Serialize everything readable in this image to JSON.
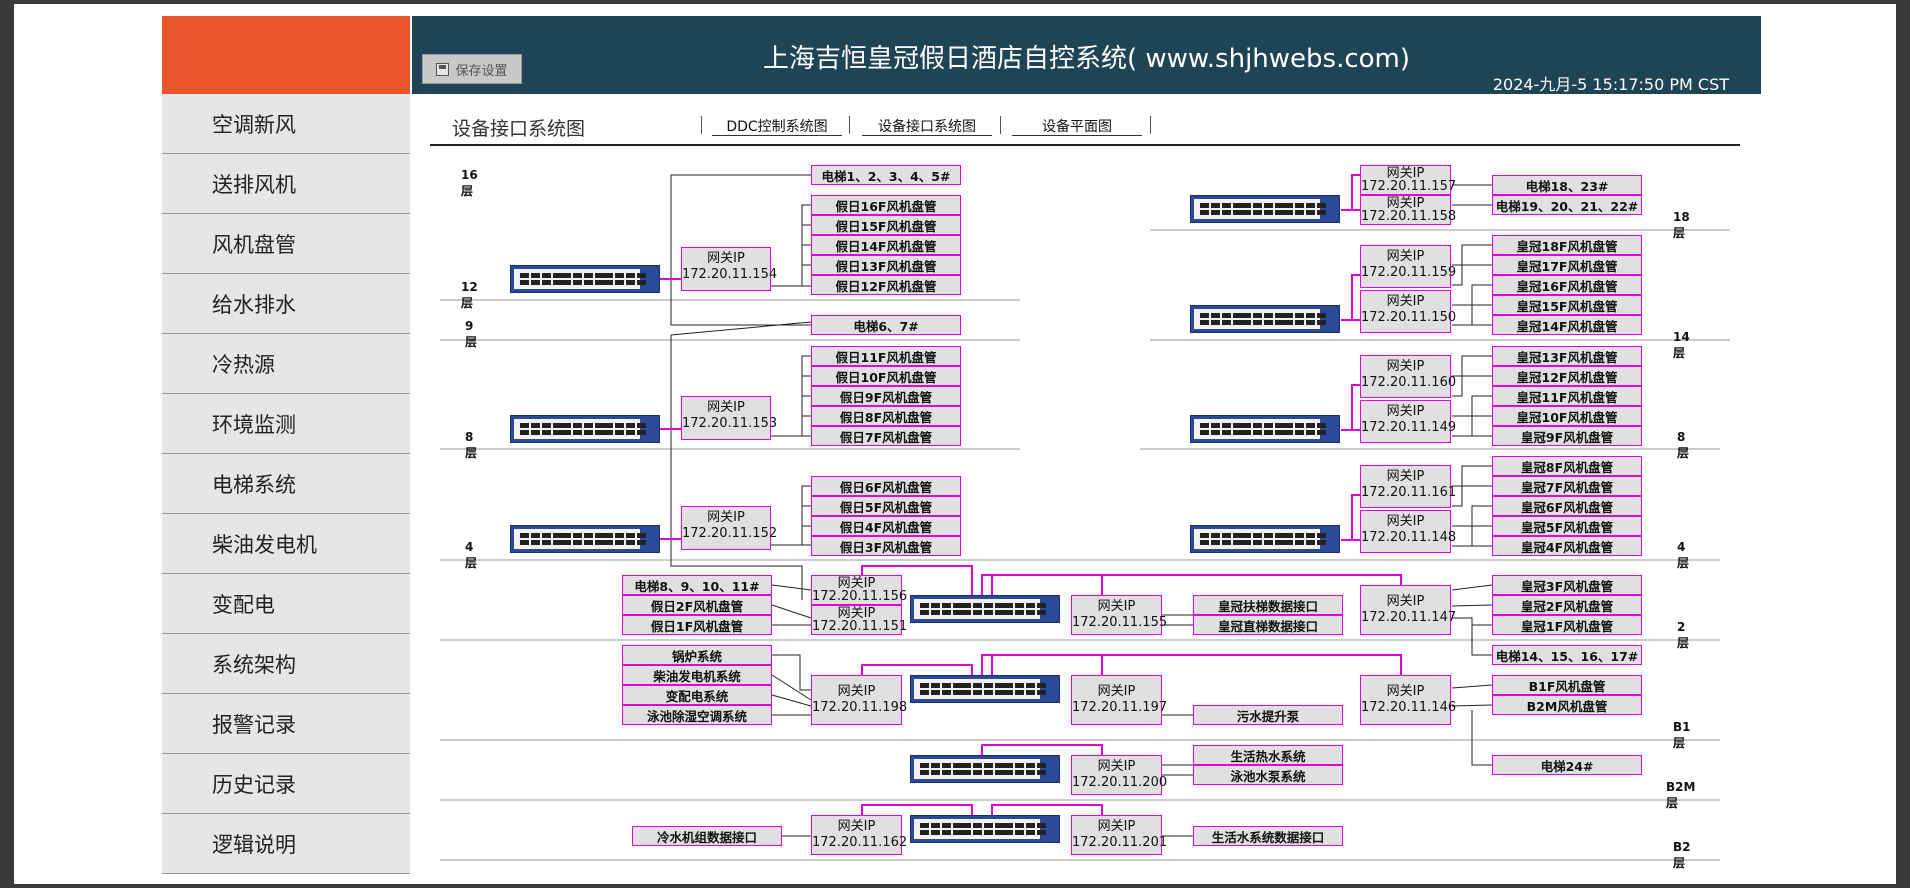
{
  "header": {
    "title": "上海吉恒皇冠假日酒店自控系统( www.shjhwebs.com)",
    "datetime": "2024-九月-5 15:17:50 PM CST",
    "save_label": "保存设置"
  },
  "sidebar": {
    "items": [
      "空调新风",
      "送排风机",
      "风机盘管",
      "给水排水",
      "冷热源",
      "环境监测",
      "电梯系统",
      "柴油发电机",
      "变配电",
      "系统架构",
      "报警记录",
      "历史记录",
      "逻辑说明"
    ]
  },
  "page": {
    "title": "设备接口系统图",
    "tabs": [
      "DDC控制系统图",
      "设备接口系统图",
      "设备平面图"
    ]
  },
  "diagram": {
    "floors": {
      "f16": "16层",
      "f12": "12层",
      "f9": "9层",
      "f8": "8层",
      "f4": "4层",
      "r18": "18层",
      "r14": "14层",
      "r8": "8层",
      "r4": "4层",
      "r2": "2层",
      "b1": "B1层",
      "b2m": "B2M层",
      "b2": "B2层"
    },
    "gateways": {
      "label": "网关IP",
      "g154": "172.20.11.154",
      "g153": "172.20.11.153",
      "g152": "172.20.11.152",
      "g156": "172.20.11.156",
      "g151": "172.20.11.151",
      "g198": "172.20.11.198",
      "g162": "172.20.11.162",
      "g155": "172.20.11.155",
      "g197": "172.20.11.197",
      "g200": "172.20.11.200",
      "g201": "172.20.11.201",
      "g157": "172.20.11.157",
      "g158": "172.20.11.158",
      "g159": "172.20.11.159",
      "g150": "172.20.11.150",
      "g160": "172.20.11.160",
      "g149": "172.20.11.149",
      "g161": "172.20.11.161",
      "g148": "172.20.11.148",
      "g147": "172.20.11.147",
      "g146": "172.20.11.146"
    },
    "boxes": {
      "elev1_5": "电梯1、2、3、4、5#",
      "j16": "假日16F风机盘管",
      "j15": "假日15F风机盘管",
      "j14": "假日14F风机盘管",
      "j13": "假日13F风机盘管",
      "j12": "假日12F风机盘管",
      "elev6_7": "电梯6、7#",
      "j11": "假日11F风机盘管",
      "j10": "假日10F风机盘管",
      "j9": "假日9F风机盘管",
      "j8": "假日8F风机盘管",
      "j7": "假日7F风机盘管",
      "j6": "假日6F风机盘管",
      "j5": "假日5F风机盘管",
      "j4": "假日4F风机盘管",
      "j3": "假日3F风机盘管",
      "elev8_11": "电梯8、9、10、11#",
      "j2": "假日2F风机盘管",
      "j1": "假日1F风机盘管",
      "boiler": "锅炉系统",
      "diesel": "柴油发电机系统",
      "power": "变配电系统",
      "pool_ac": "泳池除湿空调系统",
      "chiller": "冷水机组数据接口",
      "hg_esc": "皇冠扶梯数据接口",
      "hg_elev": "皇冠直梯数据接口",
      "sewage": "污水提升泵",
      "hot_water": "生活热水系统",
      "pool_pump": "泳池水泵系统",
      "water_sys": "生活水系统数据接口",
      "elev18_23": "电梯18、23#",
      "elev19_22": "电梯19、20、21、22#",
      "h18": "皇冠18F风机盘管",
      "h17": "皇冠17F风机盘管",
      "h16": "皇冠16F风机盘管",
      "h15": "皇冠15F风机盘管",
      "h14": "皇冠14F风机盘管",
      "h13": "皇冠13F风机盘管",
      "h12": "皇冠12F风机盘管",
      "h11": "皇冠11F风机盘管",
      "h10": "皇冠10F风机盘管",
      "h9": "皇冠9F风机盘管",
      "h8": "皇冠8F风机盘管",
      "h7": "皇冠7F风机盘管",
      "h6": "皇冠6F风机盘管",
      "h5": "皇冠5F风机盘管",
      "h4": "皇冠4F风机盘管",
      "h3": "皇冠3F风机盘管",
      "h2": "皇冠2F风机盘管",
      "h1": "皇冠1F风机盘管",
      "elev14_17": "电梯14、15、16、17#",
      "b1f": "B1F风机盘管",
      "b2mf": "B2M风机盘管",
      "elev24": "电梯24#"
    }
  }
}
